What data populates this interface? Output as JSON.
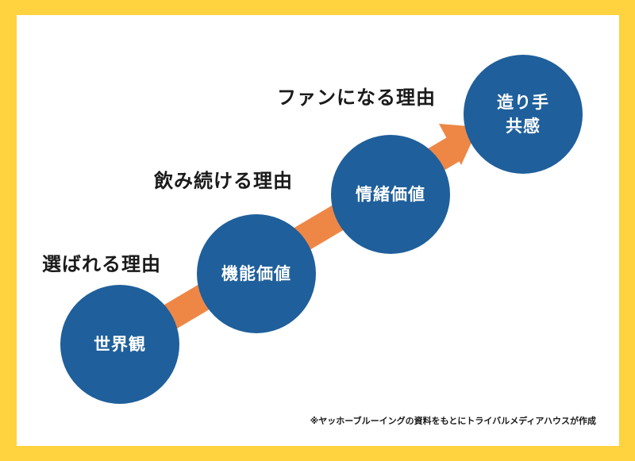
{
  "colors": {
    "border": "#ffd23f",
    "background": "#ffffff",
    "circle": "#1f5f9b",
    "arrow": "#ee8746",
    "text": "#1a1a1a"
  },
  "circles": [
    {
      "label": "世界観"
    },
    {
      "label": "機能価値"
    },
    {
      "label": "情緒価値"
    },
    {
      "label_line1": "造り手",
      "label_line2": "共感"
    }
  ],
  "labels": {
    "chosen": "選ばれる理由",
    "keep_drinking": "飲み続ける理由",
    "become_fan": "ファンになる理由"
  },
  "note": "※ヤッホーブルーイングの資料をもとにトライバルメディアハウスが作成"
}
